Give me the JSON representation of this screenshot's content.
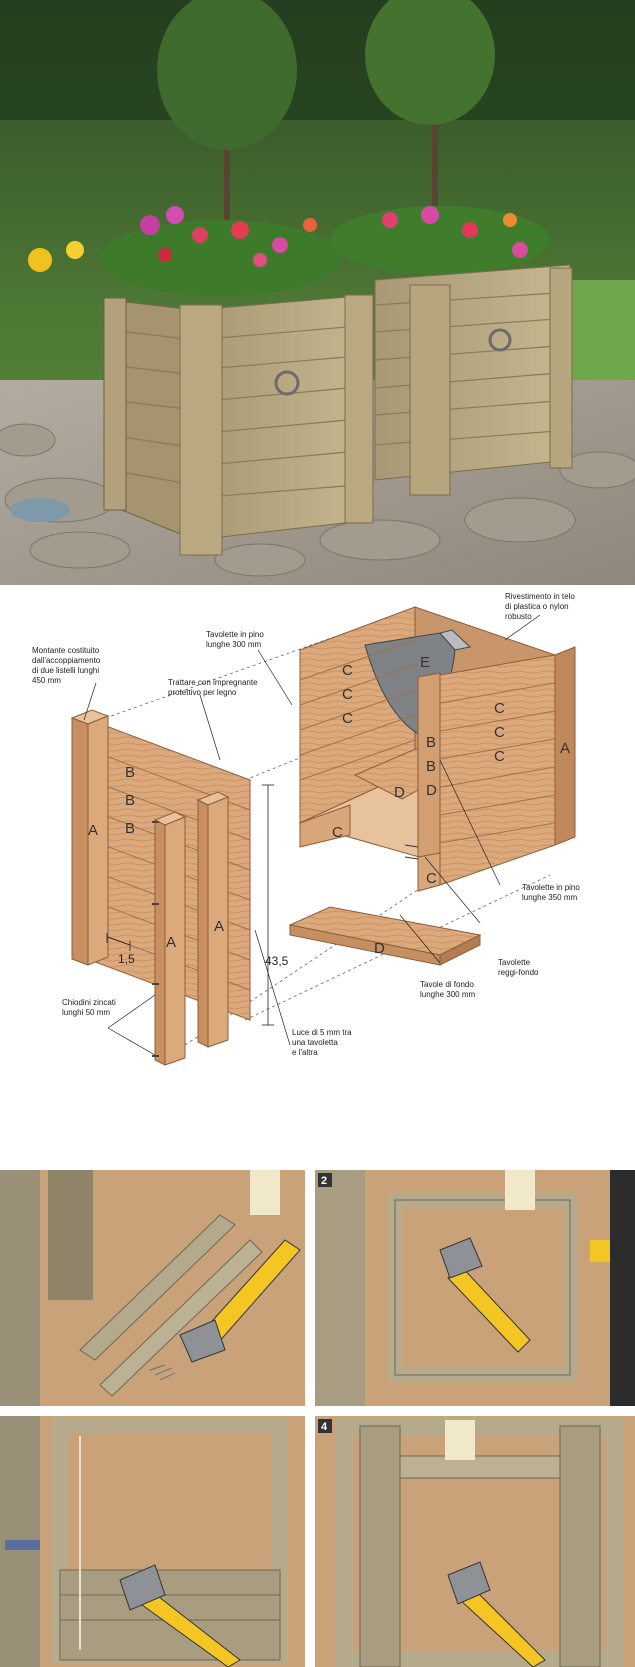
{
  "annotations": {
    "rivestimento": [
      "Rivestimento in telo",
      "di plastica o nylon",
      "robusto"
    ],
    "tavolette_300": [
      "Tavolette in pino",
      "lunghe 300 mm"
    ],
    "montante": [
      "Montante costituito",
      "dall'accoppiamento",
      "di due listelli lunghi",
      "450 mm"
    ],
    "trattare": [
      "Trattare con impregnante",
      "protettivo per legno"
    ],
    "tavolette_350": [
      "Tavolette in pino",
      "lunghe 350 mm"
    ],
    "reggi_fondo": [
      "Tavolette",
      "reggi-fondo"
    ],
    "tavole_fondo": [
      "Tavole di fondo",
      "lunghe 300 mm"
    ],
    "chiodini": [
      "Chiodini zincati",
      "lunghi 50 mm"
    ],
    "luce": [
      "Luce di 5 mm tra",
      "una tavoletta",
      "e l'altra"
    ]
  },
  "dimensions": {
    "height": "43,5",
    "offset": "1,5"
  },
  "letters": {
    "A": "A",
    "B": "B",
    "C": "C",
    "D": "D",
    "E": "E"
  },
  "steps": {
    "s2": "2",
    "s4": "4"
  },
  "colors": {
    "wood": "#d9a67a",
    "wood_dark": "#b98358",
    "grain": "#c48c60",
    "liner": "#7f8286",
    "ground": "#c8a37a"
  }
}
